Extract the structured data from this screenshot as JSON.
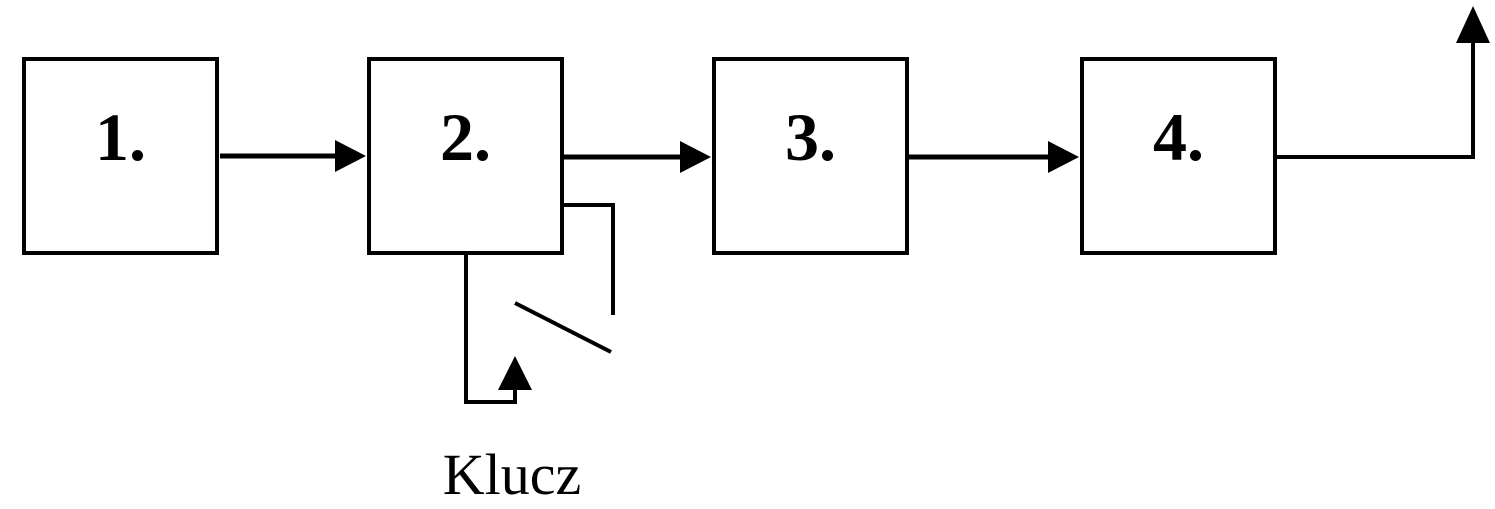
{
  "diagram": {
    "title_hidden": "",
    "background_color": "#ffffff",
    "line_color": "#000000",
    "nodes": [
      {
        "id": "1",
        "label": "1."
      },
      {
        "id": "2",
        "label": "2."
      },
      {
        "id": "3",
        "label": "3."
      },
      {
        "id": "4",
        "label": "4."
      }
    ],
    "key": {
      "label": "Klucz"
    },
    "edges": [
      {
        "from": "1",
        "to": "2",
        "type": "arrow"
      },
      {
        "from": "2",
        "to": "3",
        "type": "arrow"
      },
      {
        "from": "3",
        "to": "4",
        "type": "arrow"
      },
      {
        "from": "4",
        "to": "output-up",
        "type": "arrow"
      },
      {
        "from": "2-right",
        "to": "switch",
        "type": "line"
      },
      {
        "from": "2-bottom",
        "to": "switch",
        "type": "arrow-up"
      }
    ],
    "symbols": [
      {
        "id": "switch",
        "kind": "open-switch-blade",
        "near_node": "2"
      }
    ]
  }
}
